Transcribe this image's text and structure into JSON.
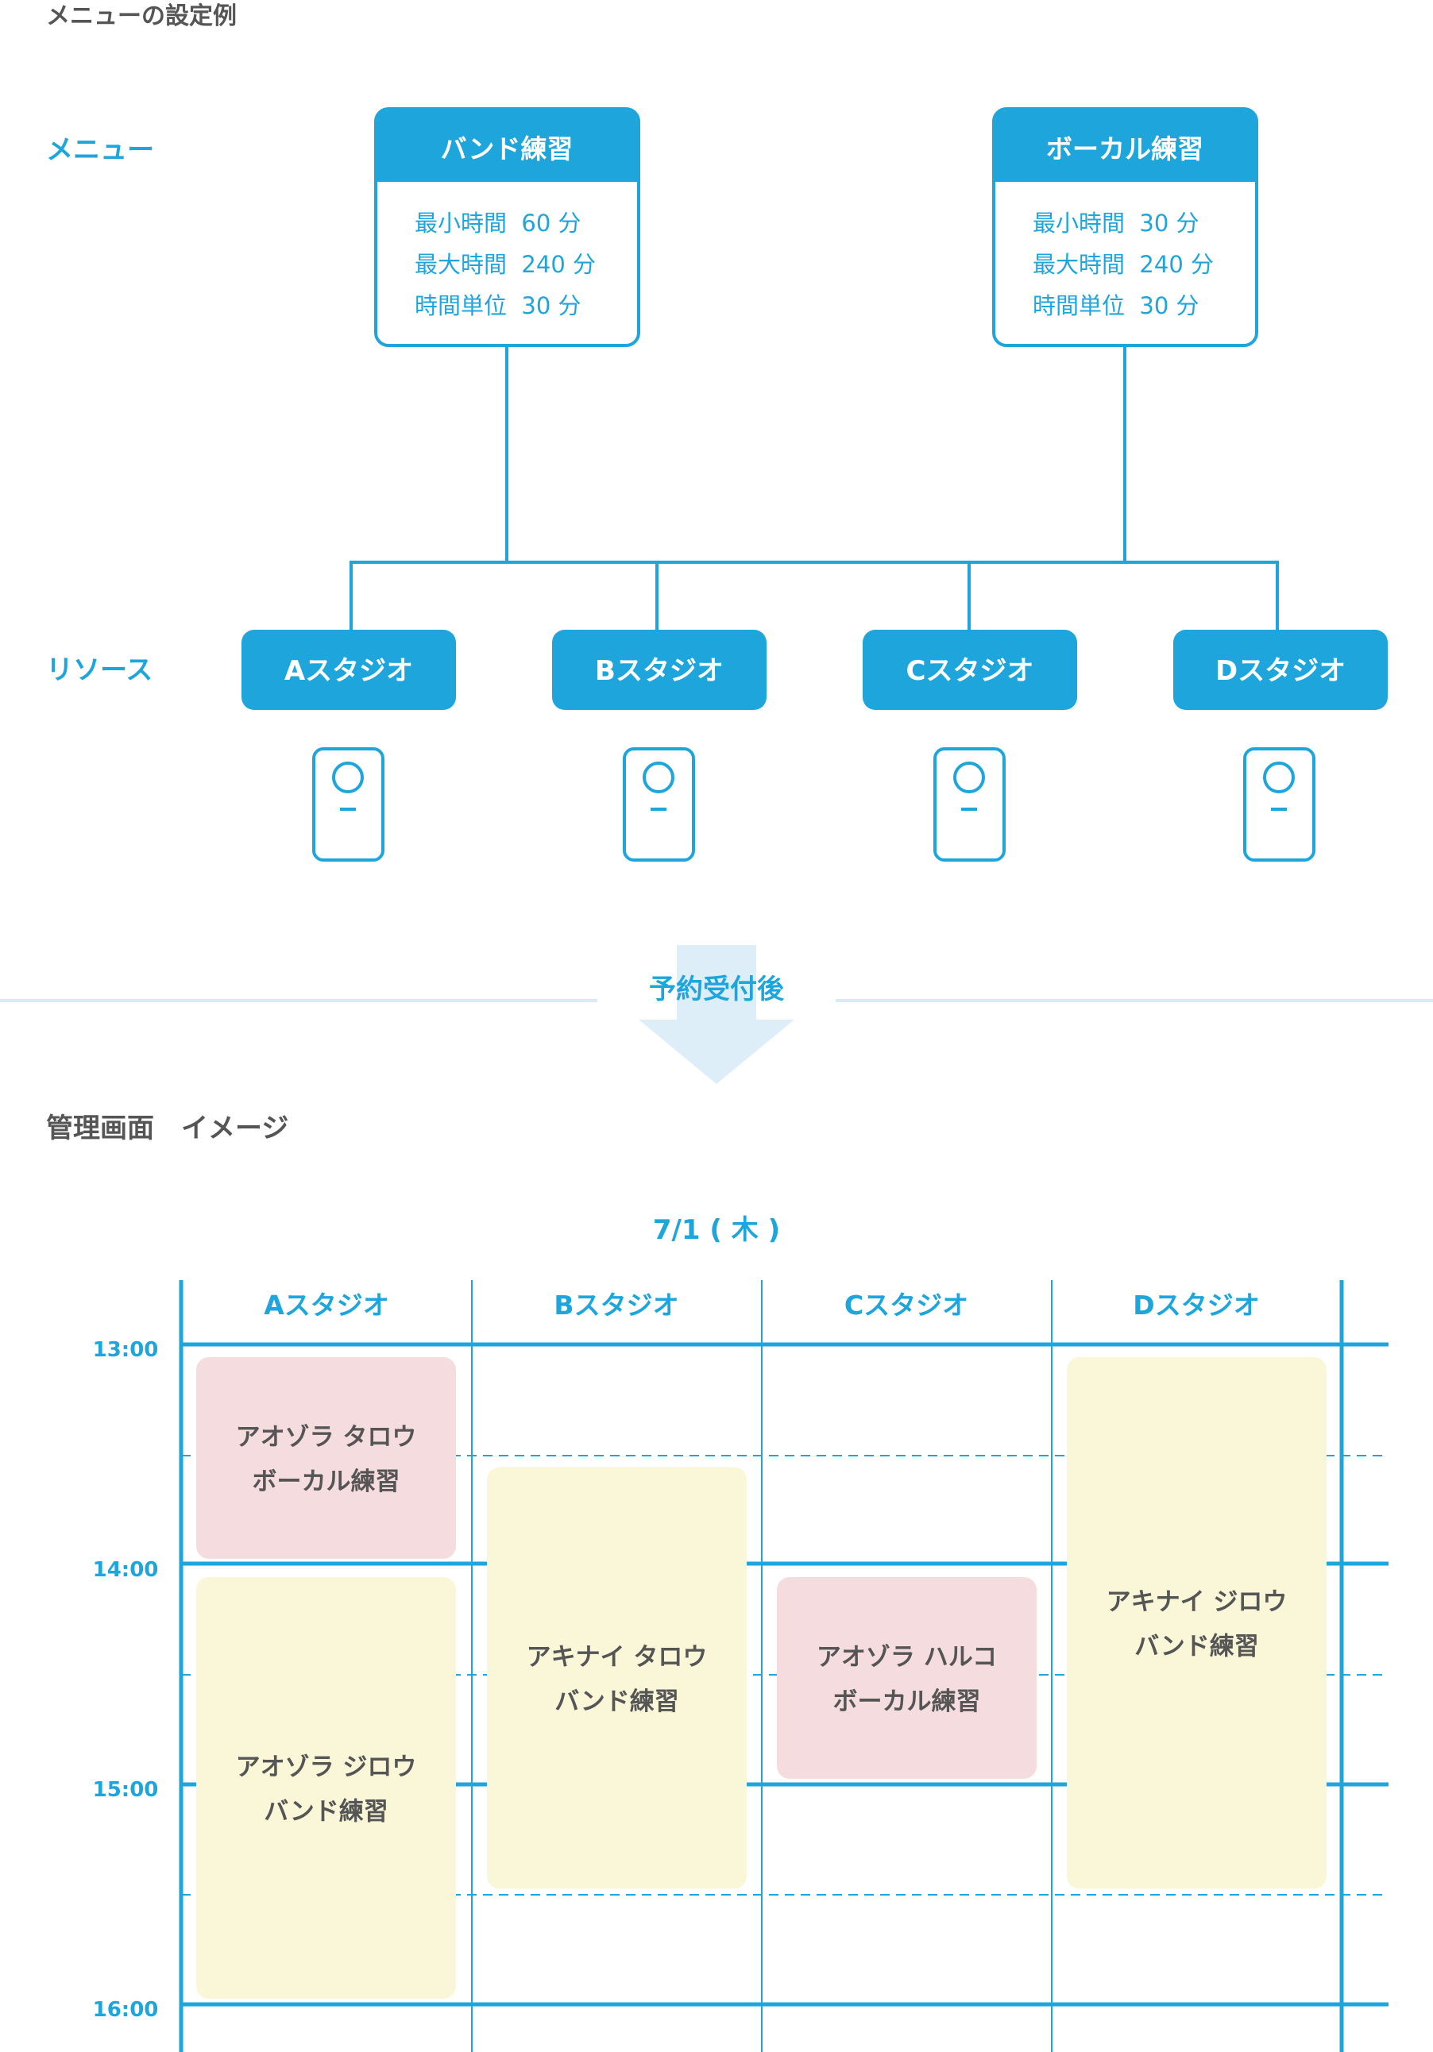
{
  "colors": {
    "accent": "#1ea6dc",
    "text": "#555555",
    "divider": "#d3ecf5",
    "arrow": "#ddeef8",
    "booking_vocal": "#f5dcde",
    "booking_band": "#faf6d8"
  },
  "section1": {
    "title": "メニューの設定例"
  },
  "labels": {
    "menu": "メニュー",
    "resource": "リソース"
  },
  "menus": [
    {
      "title": "バンド練習",
      "lines": [
        "最小時間  60 分",
        "最大時間  240 分",
        "時間単位  30 分"
      ]
    },
    {
      "title": "ボーカル練習",
      "lines": [
        "最小時間  30 分",
        "最大時間  240 分",
        "時間単位  30 分"
      ]
    }
  ],
  "resources": [
    {
      "name": "Aスタジオ",
      "icon": "phone-icon"
    },
    {
      "name": "Bスタジオ",
      "icon": "phone-icon"
    },
    {
      "name": "Cスタジオ",
      "icon": "phone-icon"
    },
    {
      "name": "Dスタジオ",
      "icon": "phone-icon"
    }
  ],
  "transition": {
    "label": "予約受付後",
    "icon": "arrow-down-icon"
  },
  "section2": {
    "title": "管理画面　イメージ"
  },
  "schedule": {
    "date": "7/1 ( 木 )",
    "columns": [
      "Aスタジオ",
      "Bスタジオ",
      "Cスタジオ",
      "Dスタジオ"
    ],
    "times": [
      "13:00",
      "14:00",
      "15:00",
      "16:00"
    ],
    "bookings": [
      {
        "col": 0,
        "start": "13:00",
        "end": "13:55",
        "name": "アオゾラ タロウ",
        "menu": "ボーカル練習",
        "kind": "vocal"
      },
      {
        "col": 0,
        "start": "14:00",
        "end": "15:55",
        "name": "アオゾラ ジロウ",
        "menu": "バンド練習",
        "kind": "band"
      },
      {
        "col": 1,
        "start": "13:30",
        "end": "15:25",
        "name": "アキナイ タロウ",
        "menu": "バンド練習",
        "kind": "band"
      },
      {
        "col": 2,
        "start": "14:00",
        "end": "14:55",
        "name": "アオゾラ ハルコ",
        "menu": "ボーカル練習",
        "kind": "vocal"
      },
      {
        "col": 3,
        "start": "13:00",
        "end": "15:25",
        "name": "アキナイ ジロウ",
        "menu": "バンド練習",
        "kind": "band"
      }
    ]
  }
}
